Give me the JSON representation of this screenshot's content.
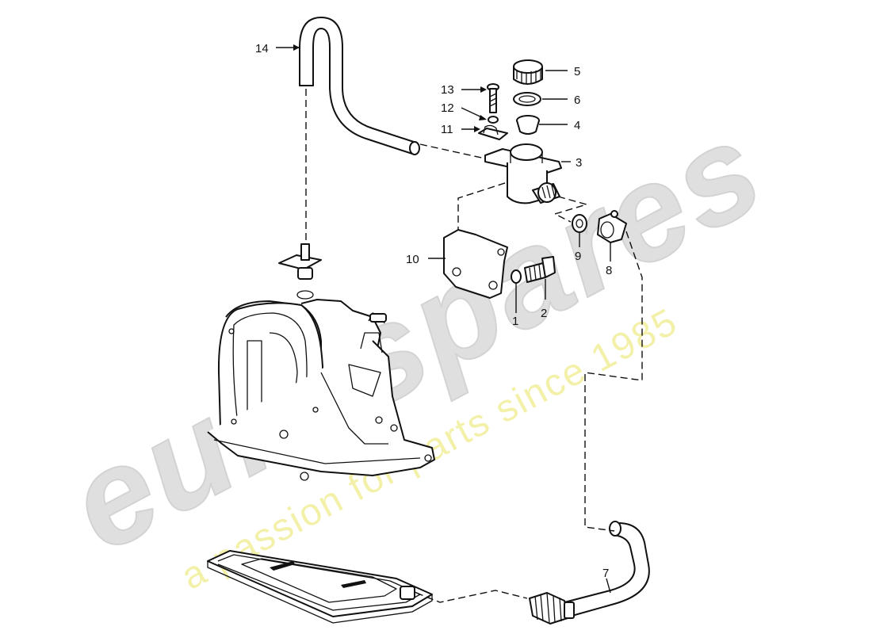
{
  "watermark": {
    "brand": "eurospares",
    "tagline": "a passion for parts since 1985"
  },
  "colors": {
    "line": "#111111",
    "watermark_brand": "#dcdcdc",
    "watermark_tagline": "#f2f0a0"
  },
  "callouts": [
    {
      "id": "1",
      "label": "1"
    },
    {
      "id": "2",
      "label": "2"
    },
    {
      "id": "3",
      "label": "3"
    },
    {
      "id": "4",
      "label": "4"
    },
    {
      "id": "5",
      "label": "5"
    },
    {
      "id": "6",
      "label": "6"
    },
    {
      "id": "7",
      "label": "7"
    },
    {
      "id": "8",
      "label": "8"
    },
    {
      "id": "9",
      "label": "9"
    },
    {
      "id": "10",
      "label": "10"
    },
    {
      "id": "11",
      "label": "11"
    },
    {
      "id": "12",
      "label": "12"
    },
    {
      "id": "13",
      "label": "13"
    },
    {
      "id": "14",
      "label": "14"
    }
  ]
}
